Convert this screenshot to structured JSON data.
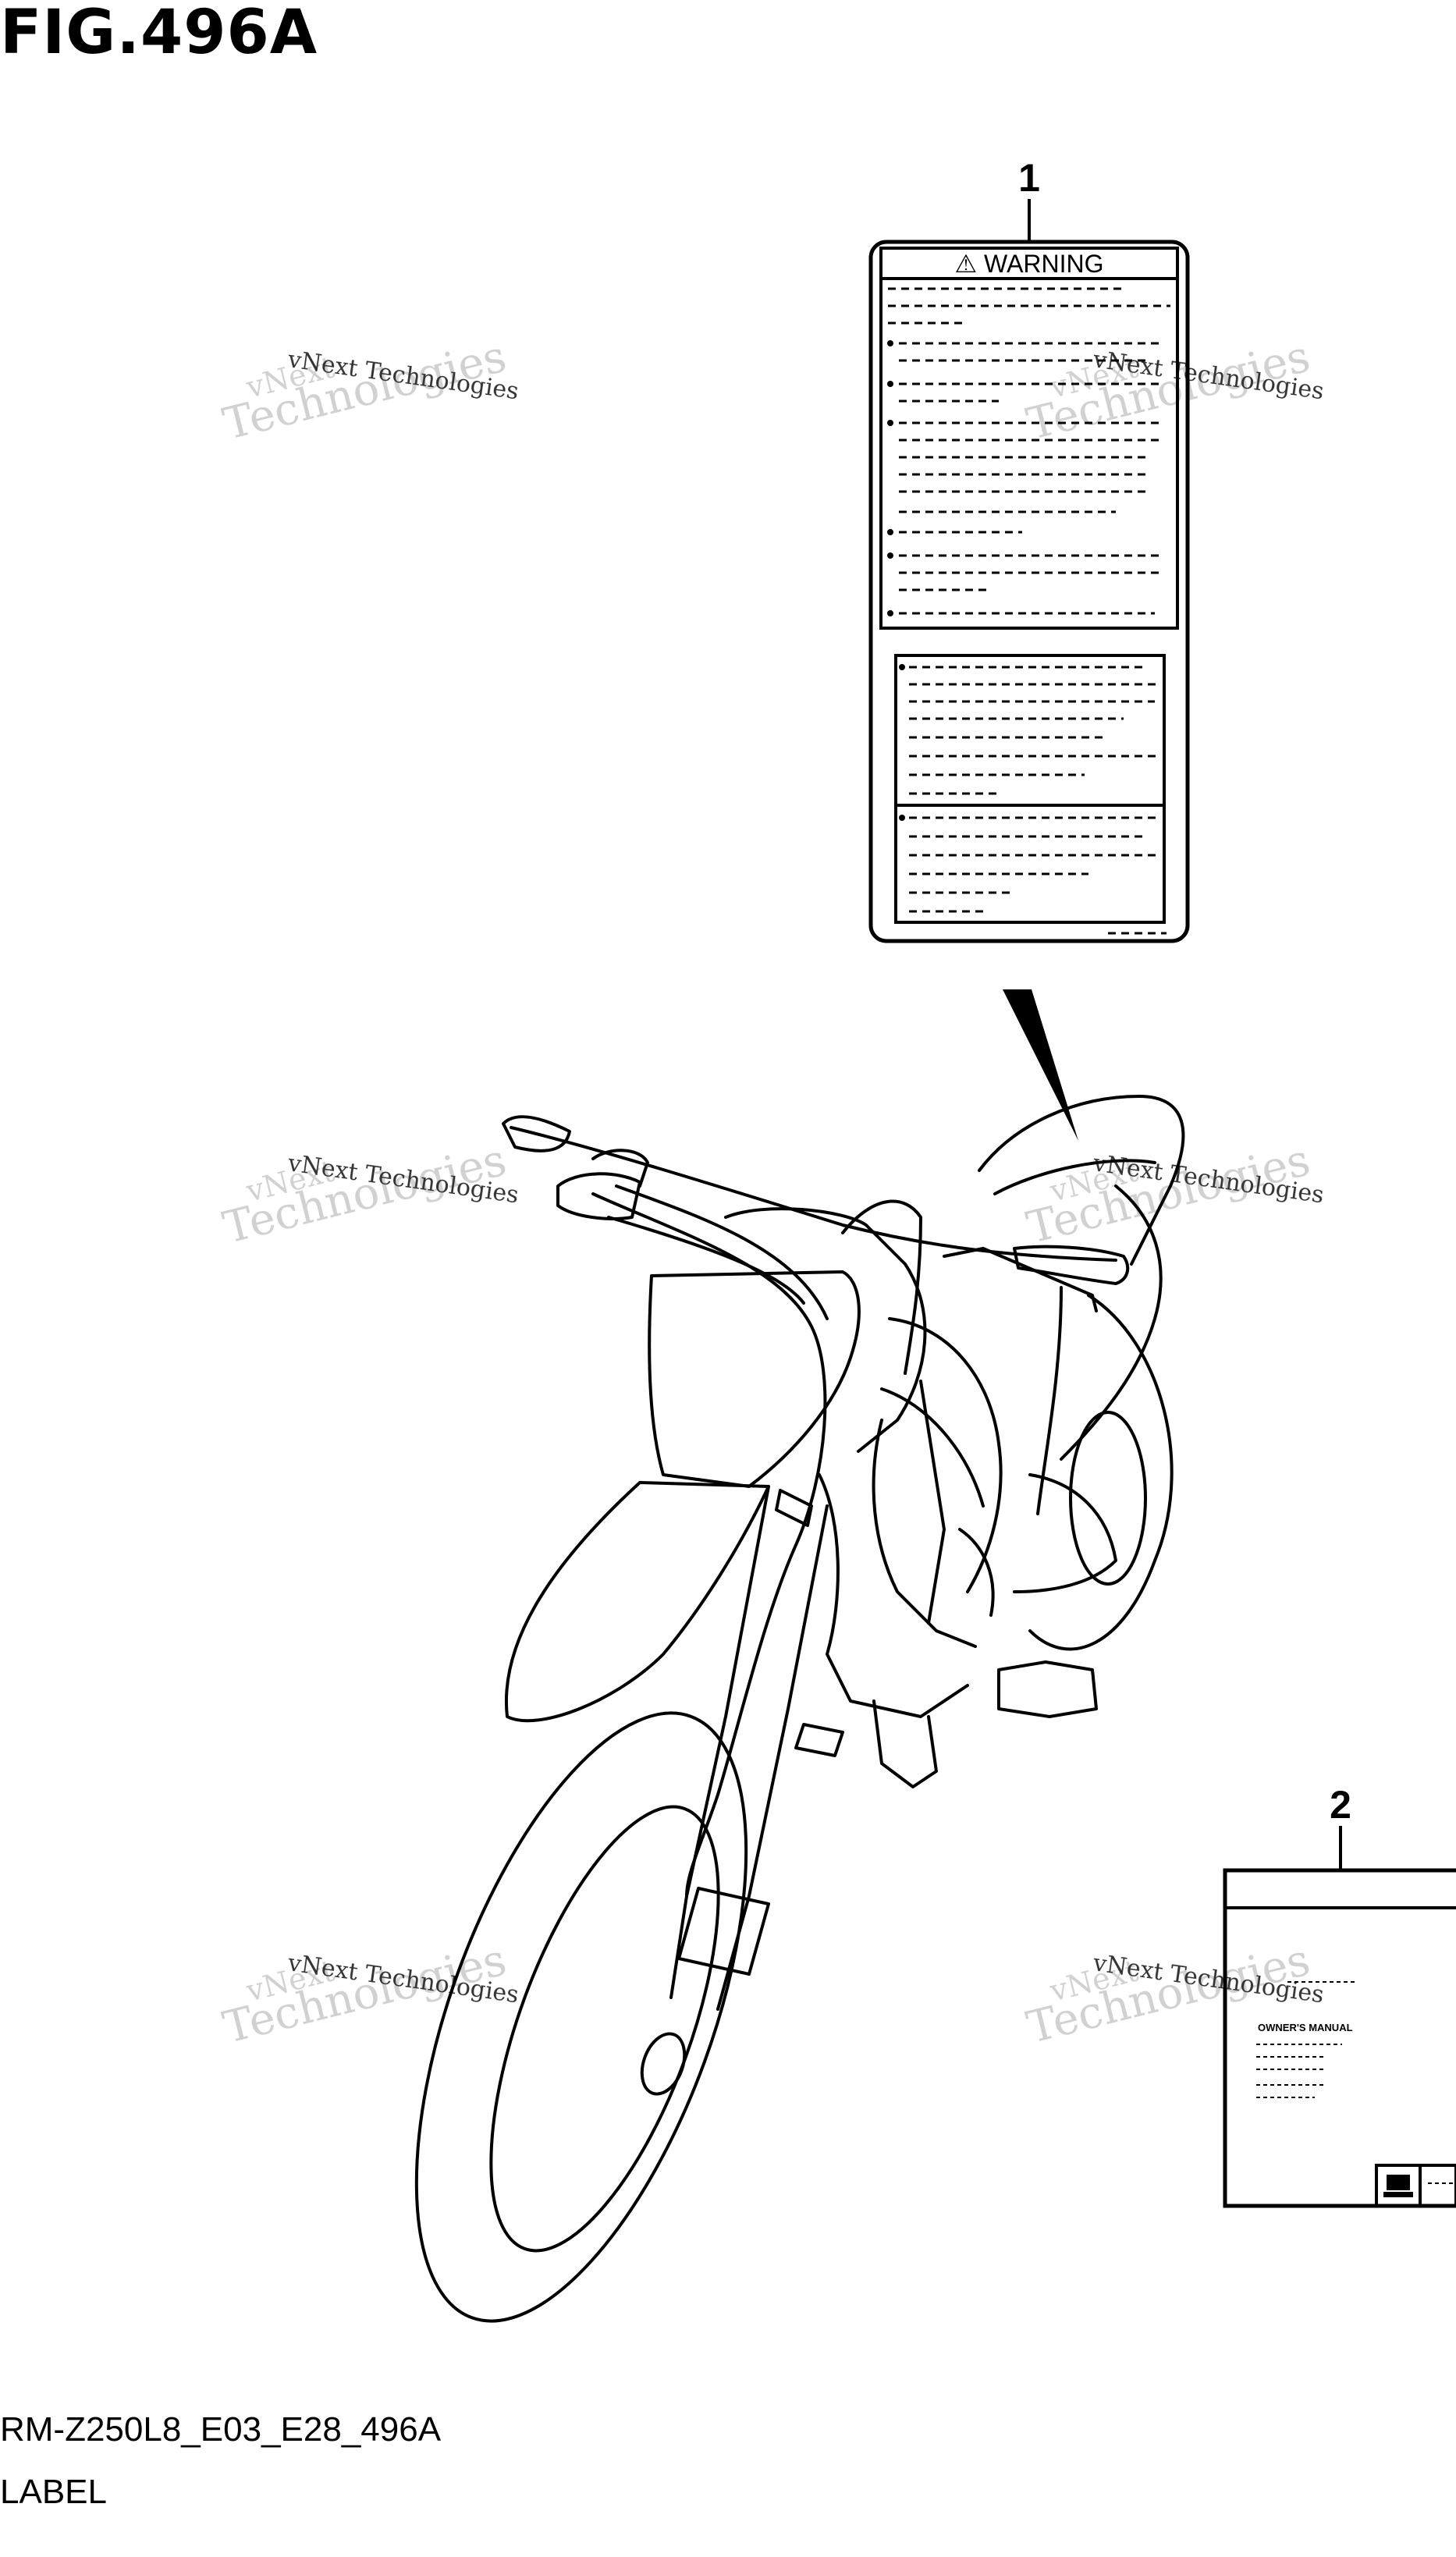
{
  "figure": {
    "title": "FIG.496A",
    "code": "RM-Z250L8_E03_E28_496A",
    "name": "LABEL"
  },
  "callouts": [
    {
      "number": "1"
    },
    {
      "number": "2"
    }
  ],
  "warning_label": {
    "header": "⚠ WARNING"
  },
  "owners_label": {
    "heading": "OWNER'S MANUAL"
  },
  "watermark": {
    "line1": "vNext Technologies",
    "line2": "vNext",
    "line3": "Technologies"
  }
}
